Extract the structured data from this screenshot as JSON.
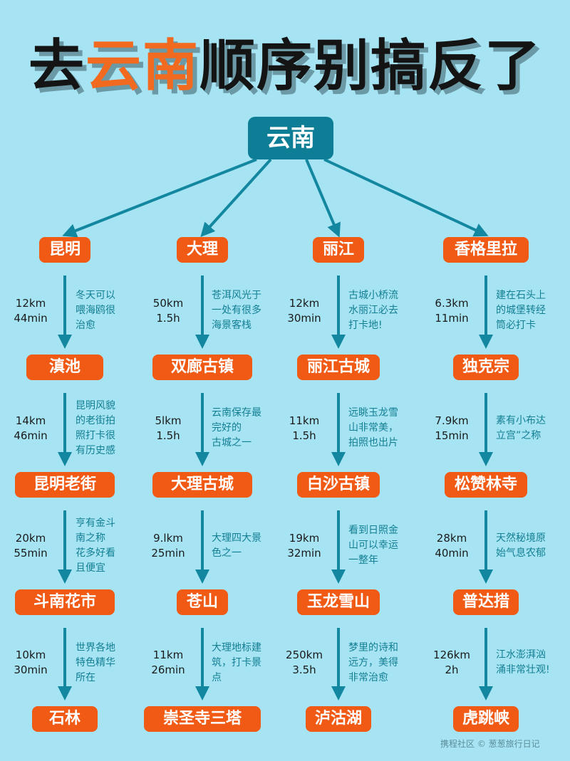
{
  "title": {
    "part1": "去",
    "part2": "云南",
    "part3": "顺序别搞反了"
  },
  "root": "云南",
  "colors": {
    "background": "#a6e4f3",
    "node": "#f05a14",
    "root": "#0d7e95",
    "arrow": "#1387a0",
    "description": "#137f93",
    "title_accent": "#f16a1f"
  },
  "columns": [
    {
      "nodes": [
        "昆明",
        "滇池",
        "昆明老街",
        "斗南花市",
        "石林"
      ],
      "steps": [
        {
          "distance": "12km",
          "time": "44min",
          "desc": [
            "冬天可以",
            "喂海鸥很",
            "治愈"
          ]
        },
        {
          "distance": "14km",
          "time": "46min",
          "desc": [
            "昆明风貌",
            "的老街拍",
            "照打卡很",
            "有历史感"
          ]
        },
        {
          "distance": "20km",
          "time": "55min",
          "desc": [
            "亨有金斗",
            "南之称",
            "花多好看",
            "且便宜"
          ]
        },
        {
          "distance": "10km",
          "time": "30min",
          "desc": [
            "世界各地",
            "特色精华",
            "所在"
          ]
        }
      ]
    },
    {
      "nodes": [
        "大理",
        "双廊古镇",
        "大理古城",
        "苍山",
        "崇圣寺三塔"
      ],
      "steps": [
        {
          "distance": "50km",
          "time": "1.5h",
          "desc": [
            "苍洱风光于",
            "一处有很多",
            "海景客栈"
          ]
        },
        {
          "distance": "5lkm",
          "time": "1.5h",
          "desc": [
            "云南保存最",
            "完好的",
            "古城之一"
          ]
        },
        {
          "distance": "9.lkm",
          "time": "25min",
          "desc": [
            "大理四大景",
            "色之一"
          ]
        },
        {
          "distance": "11km",
          "time": "26min",
          "desc": [
            "大理地标建",
            "筑，打卡景",
            "点"
          ]
        }
      ]
    },
    {
      "nodes": [
        "丽江",
        "丽江古城",
        "白沙古镇",
        "玉龙雪山",
        "泸沽湖"
      ],
      "steps": [
        {
          "distance": "12km",
          "time": "30min",
          "desc": [
            "古城小桥流",
            "水丽江必去",
            "打卡地!"
          ]
        },
        {
          "distance": "11km",
          "time": "1.5h",
          "desc": [
            "远眺玉龙雪",
            "山非常美，",
            "拍照也出片"
          ]
        },
        {
          "distance": "19km",
          "time": "32min",
          "desc": [
            "看到日照金",
            "山可以幸运",
            "一整年"
          ]
        },
        {
          "distance": "250km",
          "time": "3.5h",
          "desc": [
            "梦里的诗和",
            "远方，美得",
            "非常治愈"
          ]
        }
      ]
    },
    {
      "nodes": [
        "香格里拉",
        "独克宗",
        "松赞林寺",
        "普达措",
        "虎跳峡"
      ],
      "steps": [
        {
          "distance": "6.3km",
          "time": "11min",
          "desc": [
            "建在石头上",
            "的城堡转经",
            "筒必打卡"
          ]
        },
        {
          "distance": "7.9km",
          "time": "15min",
          "desc": [
            "素有小布达",
            "立宫”之称"
          ]
        },
        {
          "distance": "28km",
          "time": "40min",
          "desc": [
            "天然秘境原",
            "始气息农郁"
          ]
        },
        {
          "distance": "126km",
          "time": "2h",
          "desc": [
            "江水澎湃汹",
            "涌非常壮观!"
          ]
        }
      ]
    }
  ],
  "watermark": "携程社区 © 葱葱旅行日记"
}
